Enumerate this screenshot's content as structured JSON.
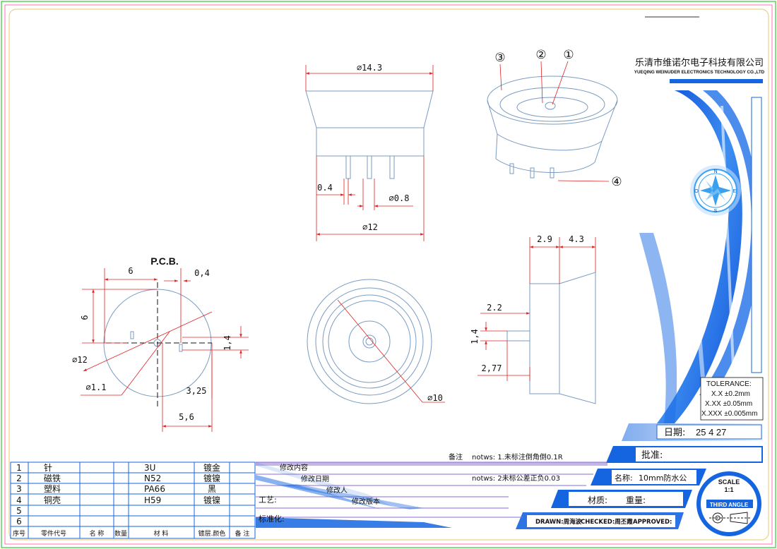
{
  "company": {
    "name_cn": "乐清市维诺尔电子科技有限公司",
    "name_en": "YUEQING WEINUDER ELECTRONICS TECHNOLOGY CO.,LTD"
  },
  "top_view": {
    "dim_top": "⌀14.3",
    "dim_pin_gap": "0.4",
    "dim_pin_dia": "⌀0.8",
    "dim_bottom": "⌀12"
  },
  "iso_callouts": [
    "③",
    "②",
    "①",
    "④"
  ],
  "pcb": {
    "title": "P.C.B.",
    "dim_6_top": "6",
    "dim_0_4": "0,4",
    "dim_6_side": "6",
    "dim_1_4": "1,4",
    "dim_dia12": "⌀12",
    "dim_dia1_1": "⌀1.1",
    "dim_3_25": "3,25",
    "dim_5_6": "5,6"
  },
  "front_view": {
    "dim_dia10": "⌀10"
  },
  "side_view": {
    "dim_2_9": "2.9",
    "dim_4_3": "4.3",
    "dim_2_2": "2.2",
    "dim_1_4": "1,4",
    "dim_2_77": "2,77"
  },
  "tolerance": {
    "title": "TOLERANCE:",
    "rows": [
      "X.X  ±0.2mm",
      "X.XX  ±0.05mm",
      "X.XXX  ±0.005mm"
    ]
  },
  "title_block": {
    "date_label": "日期:",
    "date_value": "25  4  27",
    "approve_label": "批准:",
    "name_label": "名称:",
    "name_value": "10mm防水公",
    "material_label": "材质:",
    "weight_label": "重量:",
    "notes_label": "备注",
    "note1": "notws: 1.未标注倒角倒0.1R",
    "note2": "notws: 2未标公差正负0.03",
    "rev_content": "修改内容",
    "rev_date": "修改日期",
    "rev_person": "修改人",
    "rev_version": "修改版本",
    "process_label": "工艺:",
    "standard_label": "标准化:",
    "drawn": "DRAWN:周海波",
    "checked": "CHECKED:周丕霞",
    "approved": "APPROVED:",
    "scale_label": "SCALE",
    "scale_value": "1:1",
    "third_angle": "THIRD ANGLE"
  },
  "bom": {
    "header": [
      "序号",
      "零件代号",
      "名 称",
      "数量",
      "材  料",
      "镀层.颜色",
      "备 注"
    ],
    "rows": [
      [
        "1",
        "针",
        "",
        "",
        "3U",
        "镀金",
        ""
      ],
      [
        "2",
        "磁铁",
        "",
        "",
        "N52",
        "镀镍",
        ""
      ],
      [
        "3",
        "塑料",
        "",
        "",
        "PA66",
        "黑",
        ""
      ],
      [
        "4",
        "铜壳",
        "",
        "",
        "H59",
        "镀镍",
        ""
      ],
      [
        "5",
        "",
        "",
        "",
        "",
        "",
        ""
      ],
      [
        "6",
        "",
        "",
        "",
        "",
        "",
        ""
      ]
    ]
  },
  "colors": {
    "accent_blue": "#1565e0",
    "light_blue": "#9ec3f0",
    "dim_red": "#e02020",
    "frame_green": "#33cc33",
    "frame_yellow": "#e8c86a",
    "part_line": "#7a9bc0"
  },
  "icons": {
    "compass": "compass-rose-icon",
    "third_angle": "third-angle-projection-icon"
  }
}
